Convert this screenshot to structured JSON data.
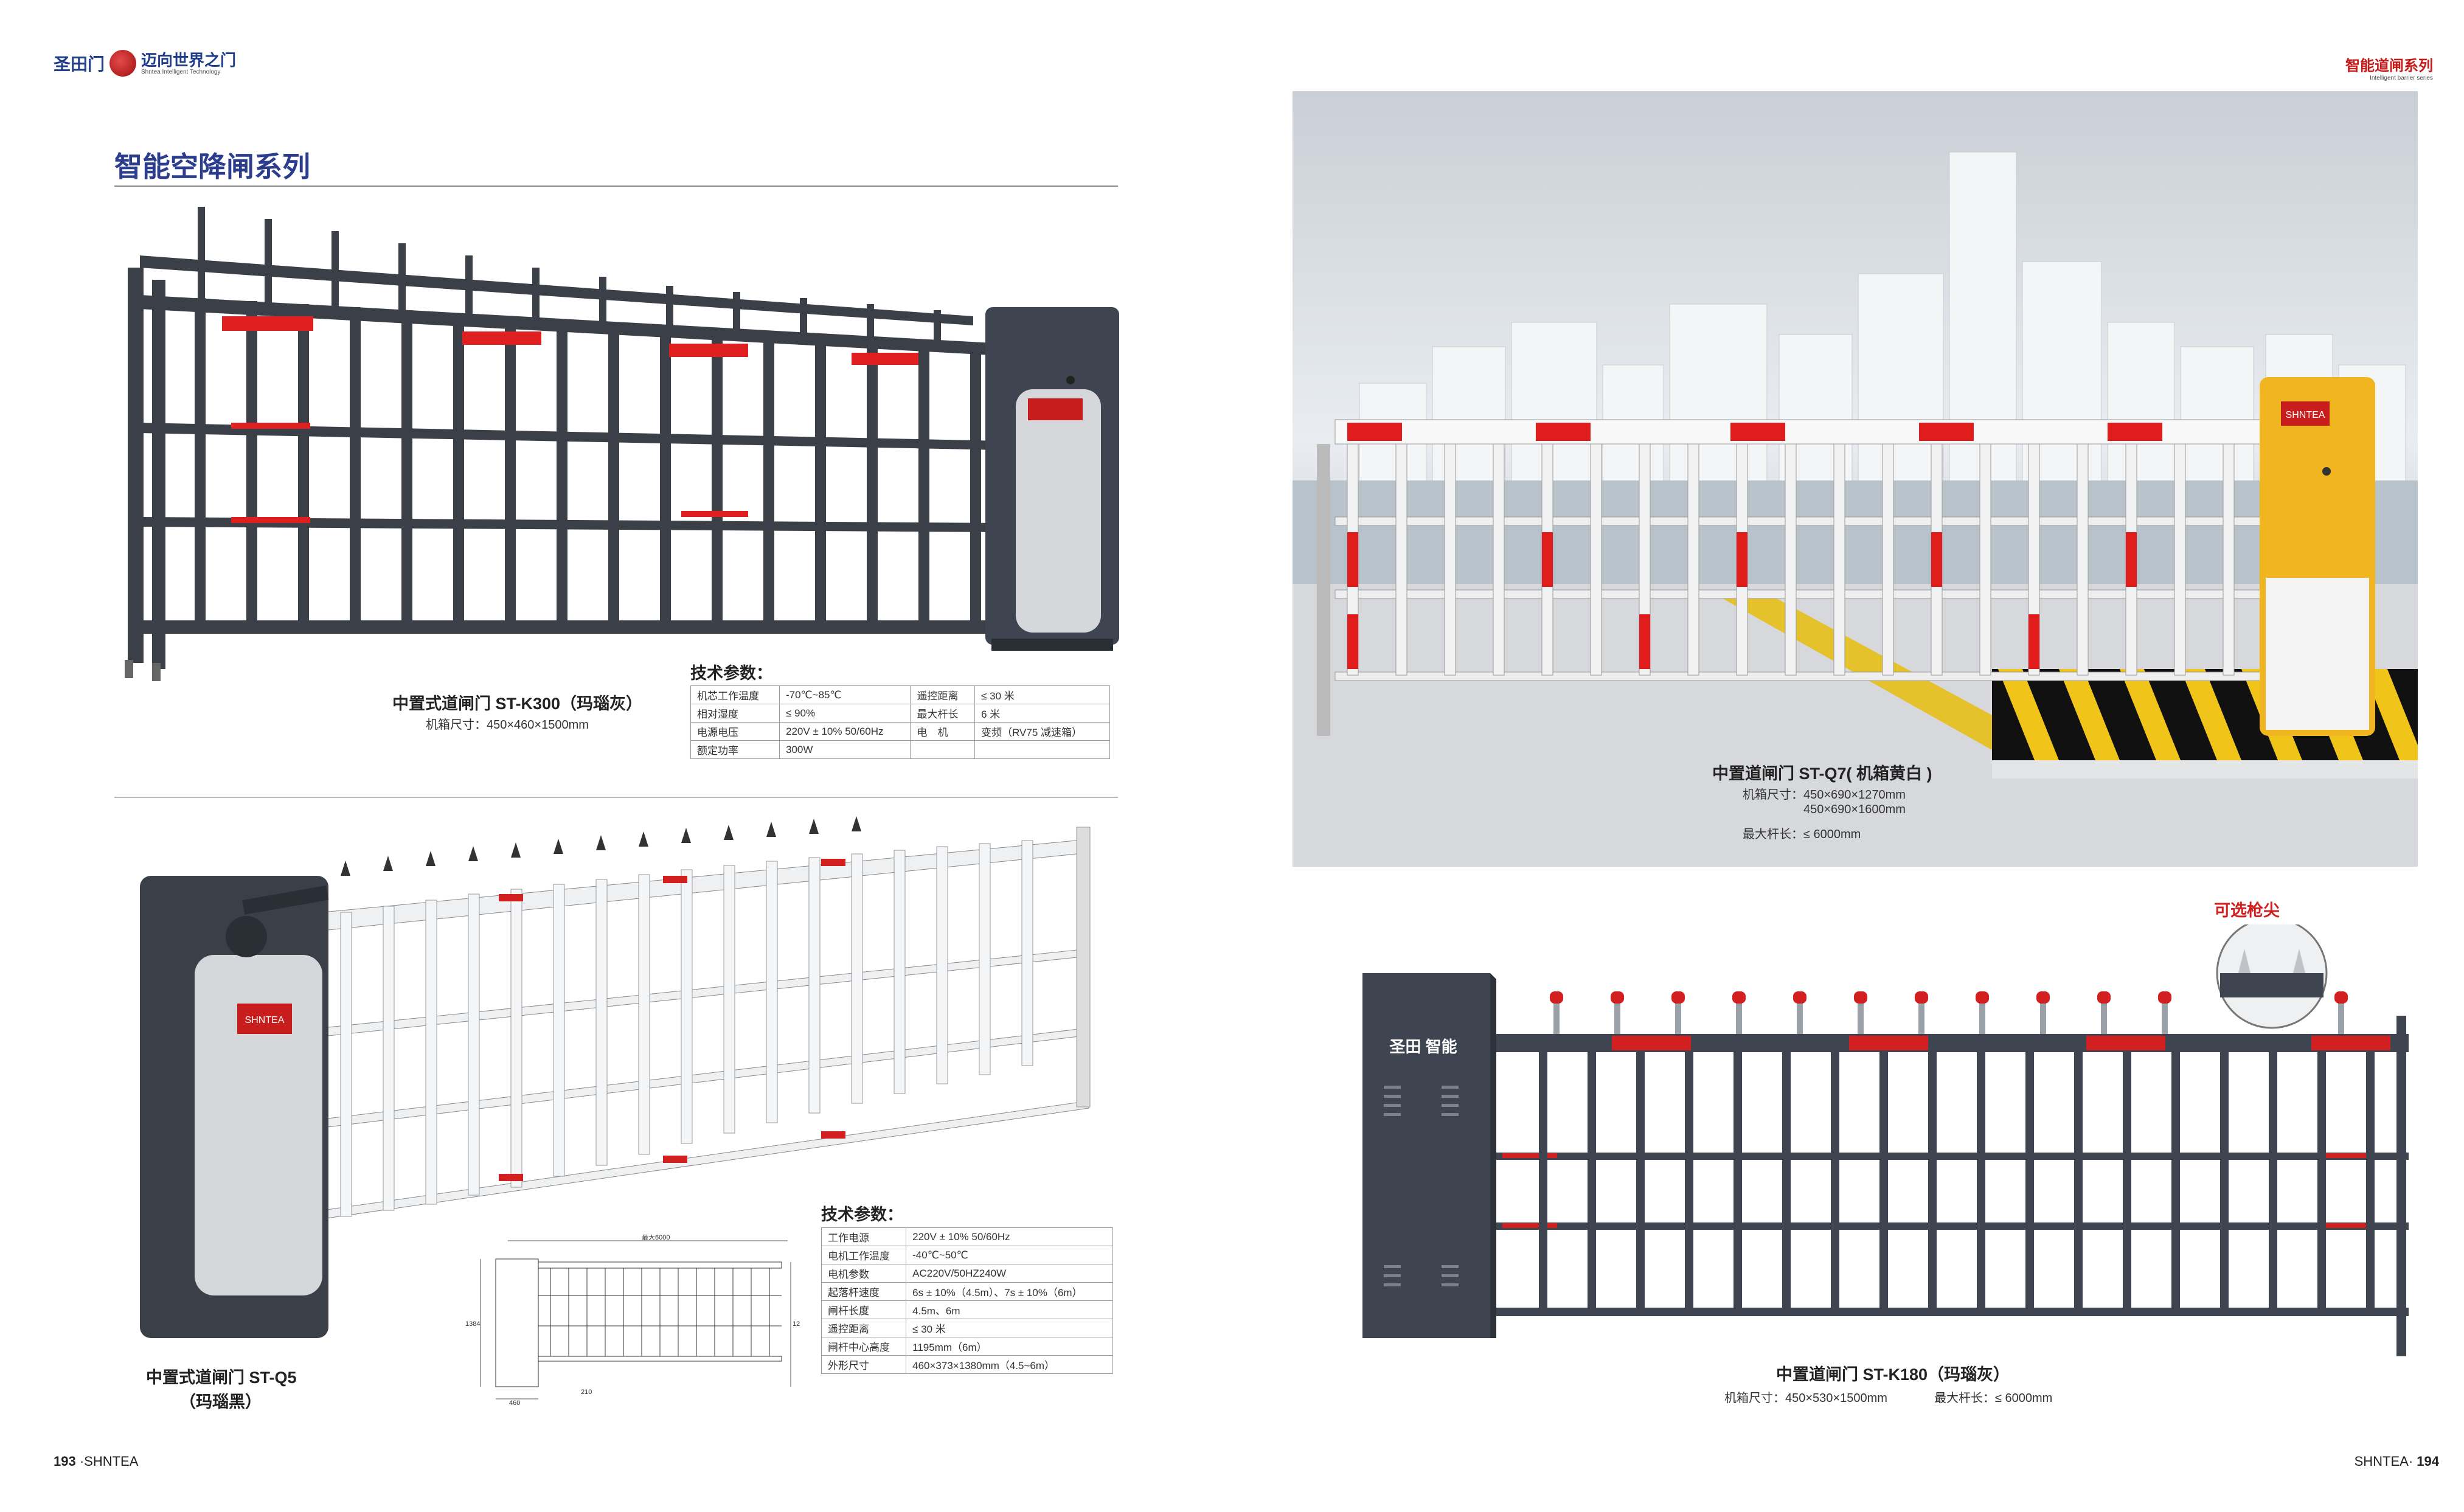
{
  "header": {
    "brand_left_cn": "圣田门",
    "brand_slogan_cn": "迈向世界之门",
    "brand_slogan_en": "Shntea Intelligent Technology",
    "series_right_cn": "智能道闸系列",
    "series_right_en": "Intelligent barrier series"
  },
  "page_title": "智能空降闸系列",
  "products": {
    "k300": {
      "name": "中置式道闸门 ST-K300（玛瑙灰）",
      "size": "机箱尺寸：450×460×1500mm",
      "specs_title": "技术参数：",
      "specs": [
        [
          "机芯工作温度",
          "-70℃~85℃",
          "遥控距离",
          "≤ 30 米"
        ],
        [
          "相对湿度",
          "≤ 90%",
          "最大杆长",
          "6 米"
        ],
        [
          "电源电压",
          "220V ± 10%    50/60Hz",
          "电　机",
          "变频（RV75 减速箱）"
        ],
        [
          "额定功率",
          "300W",
          "",
          ""
        ]
      ]
    },
    "q7": {
      "name": "中置道闸门 ST-Q7( 机箱黄白 )",
      "size_label": "机箱尺寸：",
      "size1": "450×690×1270mm",
      "size2": "450×690×1600mm",
      "max_len": "最大杆长：≤ 6000mm",
      "cabinet_logo": "SHNTEA"
    },
    "q5": {
      "name": "中置式道闸门 ST-Q5",
      "color": "（玛瑙黑）",
      "cabinet_logo": "SHNTEA",
      "specs_title": "技术参数：",
      "specs": [
        [
          "工作电源",
          "220V ± 10%    50/60Hz"
        ],
        [
          "电机工作温度",
          "-40℃~50℃"
        ],
        [
          "电机参数",
          "AC220V/50HZ240W"
        ],
        [
          "起落杆速度",
          "6s ± 10%（4.5m）、7s ± 10%（6m）"
        ],
        [
          "闸杆长度",
          "4.5m、6m"
        ],
        [
          "遥控距离",
          "≤ 30 米"
        ],
        [
          "闸杆中心高度",
          "1195mm（6m）"
        ],
        [
          "外形尺寸",
          "460×373×1380mm（4.5~6m）"
        ]
      ],
      "drawing": {
        "top_dim": "最大6000",
        "h1": "1384",
        "h2": "1270",
        "w1": "460",
        "w2": "210"
      }
    },
    "k180": {
      "name": "中置道闸门 ST-K180（玛瑙灰）",
      "size": "机箱尺寸：450×530×1500mm",
      "max_len": "最大杆长：≤ 6000mm",
      "cabinet_logo": "圣田 智能",
      "callout": "可选枪尖"
    }
  },
  "footer": {
    "left_page": "193",
    "left_brand": "·SHNTEA",
    "right_brand": "SHNTEA·",
    "right_page": "194"
  },
  "colors": {
    "title_blue": "#2b3d8c",
    "accent_red": "#d21f1f",
    "cabinet_gray": "#3e4450",
    "cabinet_yellow": "#f1b51f"
  }
}
